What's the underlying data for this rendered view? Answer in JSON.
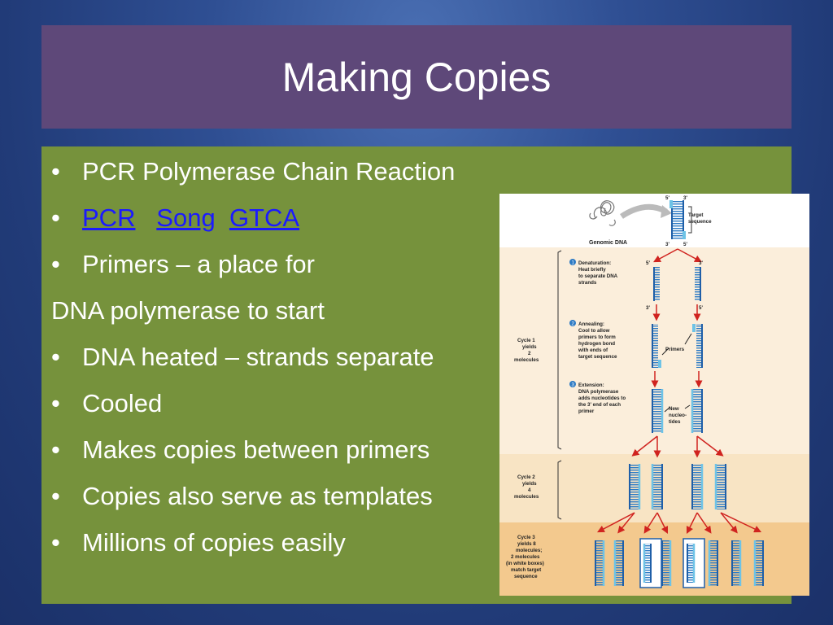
{
  "slide": {
    "title": "Making Copies",
    "bullets": [
      "PCR Polymerase Chain Reaction",
      null,
      "Primers – a place for",
      "DNA polymerase to start",
      "DNA heated – strands separate",
      "Cooled",
      "Makes copies between primers",
      "Copies also serve as templates",
      "Millions of copies easily"
    ],
    "links": {
      "pcr": "PCR",
      "song": "Song",
      "gtca": "GTCA"
    }
  },
  "figure": {
    "genomic_dna": "Genomic DNA",
    "target_sequence": [
      "Target",
      "sequence"
    ],
    "primes": {
      "five": "5'",
      "three": "3'"
    },
    "step1": [
      "Denaturation:",
      "Heat briefly",
      "to separate DNA",
      "strands"
    ],
    "step2": [
      "Annealing:",
      "Cool to allow",
      "primers to form",
      "hydrogen bond",
      "with ends of",
      "target sequence"
    ],
    "step3": [
      "Extension:",
      "DNA polymerase",
      "adds nucleotides to",
      "the 3' end of each",
      "primer"
    ],
    "step_numbers": [
      "1",
      "2",
      "3"
    ],
    "primers_label": "Primers",
    "new_nucleotides": [
      "New",
      "nucleo-",
      "tides"
    ],
    "cycle1": [
      "Cycle 1",
      "yields",
      "2",
      "molecules"
    ],
    "cycle2": [
      "Cycle 2",
      "yields",
      "4",
      "molecules"
    ],
    "cycle3": [
      "Cycle 3",
      "yields 8",
      "molecules;",
      "2 molecules",
      "(in white boxes)",
      "match target",
      "sequence"
    ]
  },
  "colors": {
    "title_bg": "#5e4879",
    "content_bg": "#76923c",
    "link": "#1a1aff",
    "text": "#ffffff",
    "dna_strand": "#1f5fa8",
    "primer": "#6ec3e6",
    "arrow": "#d0231f"
  }
}
